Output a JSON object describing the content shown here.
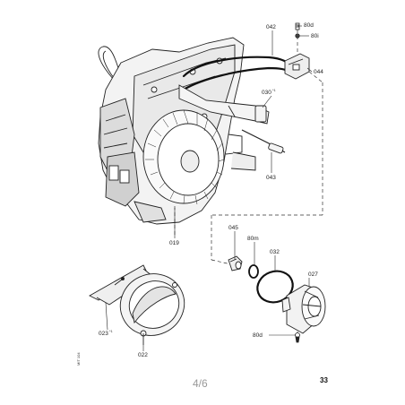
{
  "part_labels": {
    "p042": "042",
    "p80d_top": "80d",
    "p80i": "80i",
    "p044": "044",
    "p030": "030",
    "p030_mark": "*1",
    "p043": "043",
    "p019": "019",
    "p045": "045",
    "p80m": "80m",
    "p032": "032",
    "p027": "027",
    "p80d_bottom": "80d",
    "p023": "023",
    "p023_mark": "*1",
    "p022": "022"
  },
  "side_code": "MIT 104",
  "footer": {
    "page_fraction": "4/6",
    "page_number": "33"
  }
}
